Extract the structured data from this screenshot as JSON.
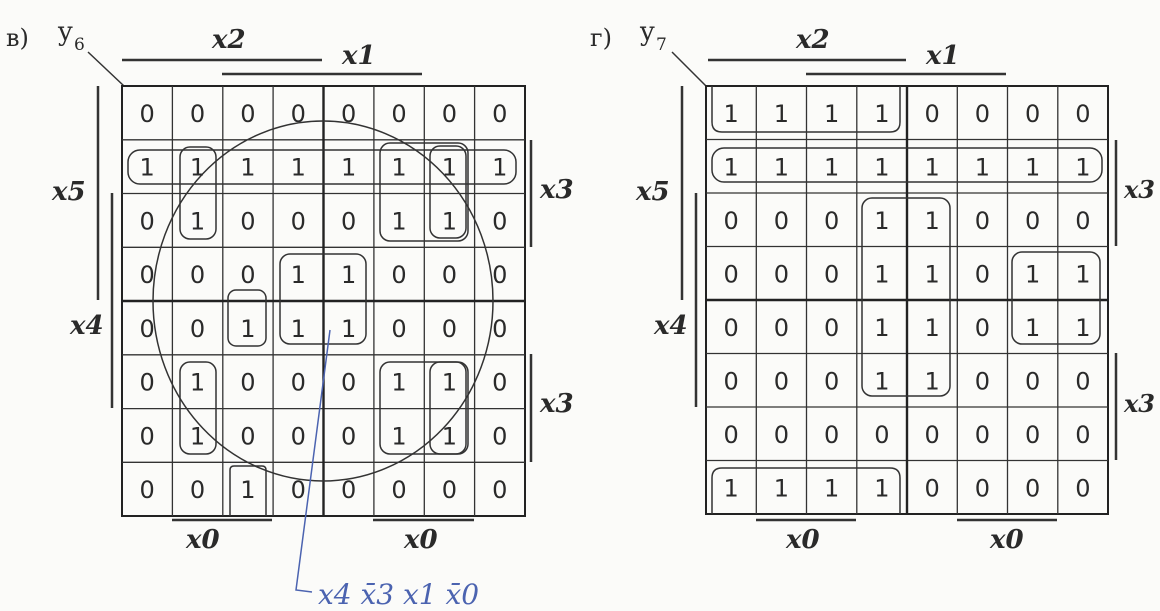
{
  "diagrams": [
    {
      "letter": "в)",
      "output_label": "y",
      "output_subscript": "6",
      "var_labels": {
        "x2": "x2",
        "x1": "x1",
        "x5": "x5",
        "x4": "x4",
        "x3_upper": "x3",
        "x3_lower": "x3",
        "x0_left": "x0",
        "x0_right": "x0"
      },
      "rows": [
        [
          "0",
          "0",
          "0",
          "0",
          "0",
          "0",
          "0",
          "0"
        ],
        [
          "1",
          "1",
          "1",
          "1",
          "1",
          "1",
          "1",
          "1"
        ],
        [
          "0",
          "1",
          "0",
          "0",
          "0",
          "1",
          "1",
          "0"
        ],
        [
          "0",
          "0",
          "0",
          "1",
          "1",
          "0",
          "0",
          "0"
        ],
        [
          "0",
          "0",
          "1",
          "1",
          "1",
          "0",
          "0",
          "0"
        ],
        [
          "0",
          "1",
          "0",
          "0",
          "0",
          "1",
          "1",
          "0"
        ],
        [
          "0",
          "1",
          "0",
          "0",
          "0",
          "1",
          "1",
          "0"
        ],
        [
          "0",
          "0",
          "1",
          "0",
          "0",
          "0",
          "0",
          "0"
        ]
      ],
      "handwritten_note": "x4 x̄3 x1 x̄0"
    },
    {
      "letter": "г)",
      "output_label": "y",
      "output_subscript": "7",
      "var_labels": {
        "x2": "x2",
        "x1": "x1",
        "x5": "x5",
        "x4": "x4",
        "x3_upper": "x3",
        "x3_lower": "x3",
        "x0_left": "x0",
        "x0_right": "x0"
      },
      "rows": [
        [
          "1",
          "1",
          "1",
          "1",
          "0",
          "0",
          "0",
          "0"
        ],
        [
          "1",
          "1",
          "1",
          "1",
          "1",
          "1",
          "1",
          "1"
        ],
        [
          "0",
          "0",
          "0",
          "1",
          "1",
          "0",
          "0",
          "0"
        ],
        [
          "0",
          "0",
          "0",
          "1",
          "1",
          "0",
          "1",
          "1"
        ],
        [
          "0",
          "0",
          "0",
          "1",
          "1",
          "0",
          "1",
          "1"
        ],
        [
          "0",
          "0",
          "0",
          "1",
          "1",
          "0",
          "0",
          "0"
        ],
        [
          "0",
          "0",
          "0",
          "0",
          "0",
          "0",
          "0",
          "0"
        ],
        [
          "1",
          "1",
          "1",
          "1",
          "0",
          "0",
          "0",
          "0"
        ]
      ]
    }
  ]
}
